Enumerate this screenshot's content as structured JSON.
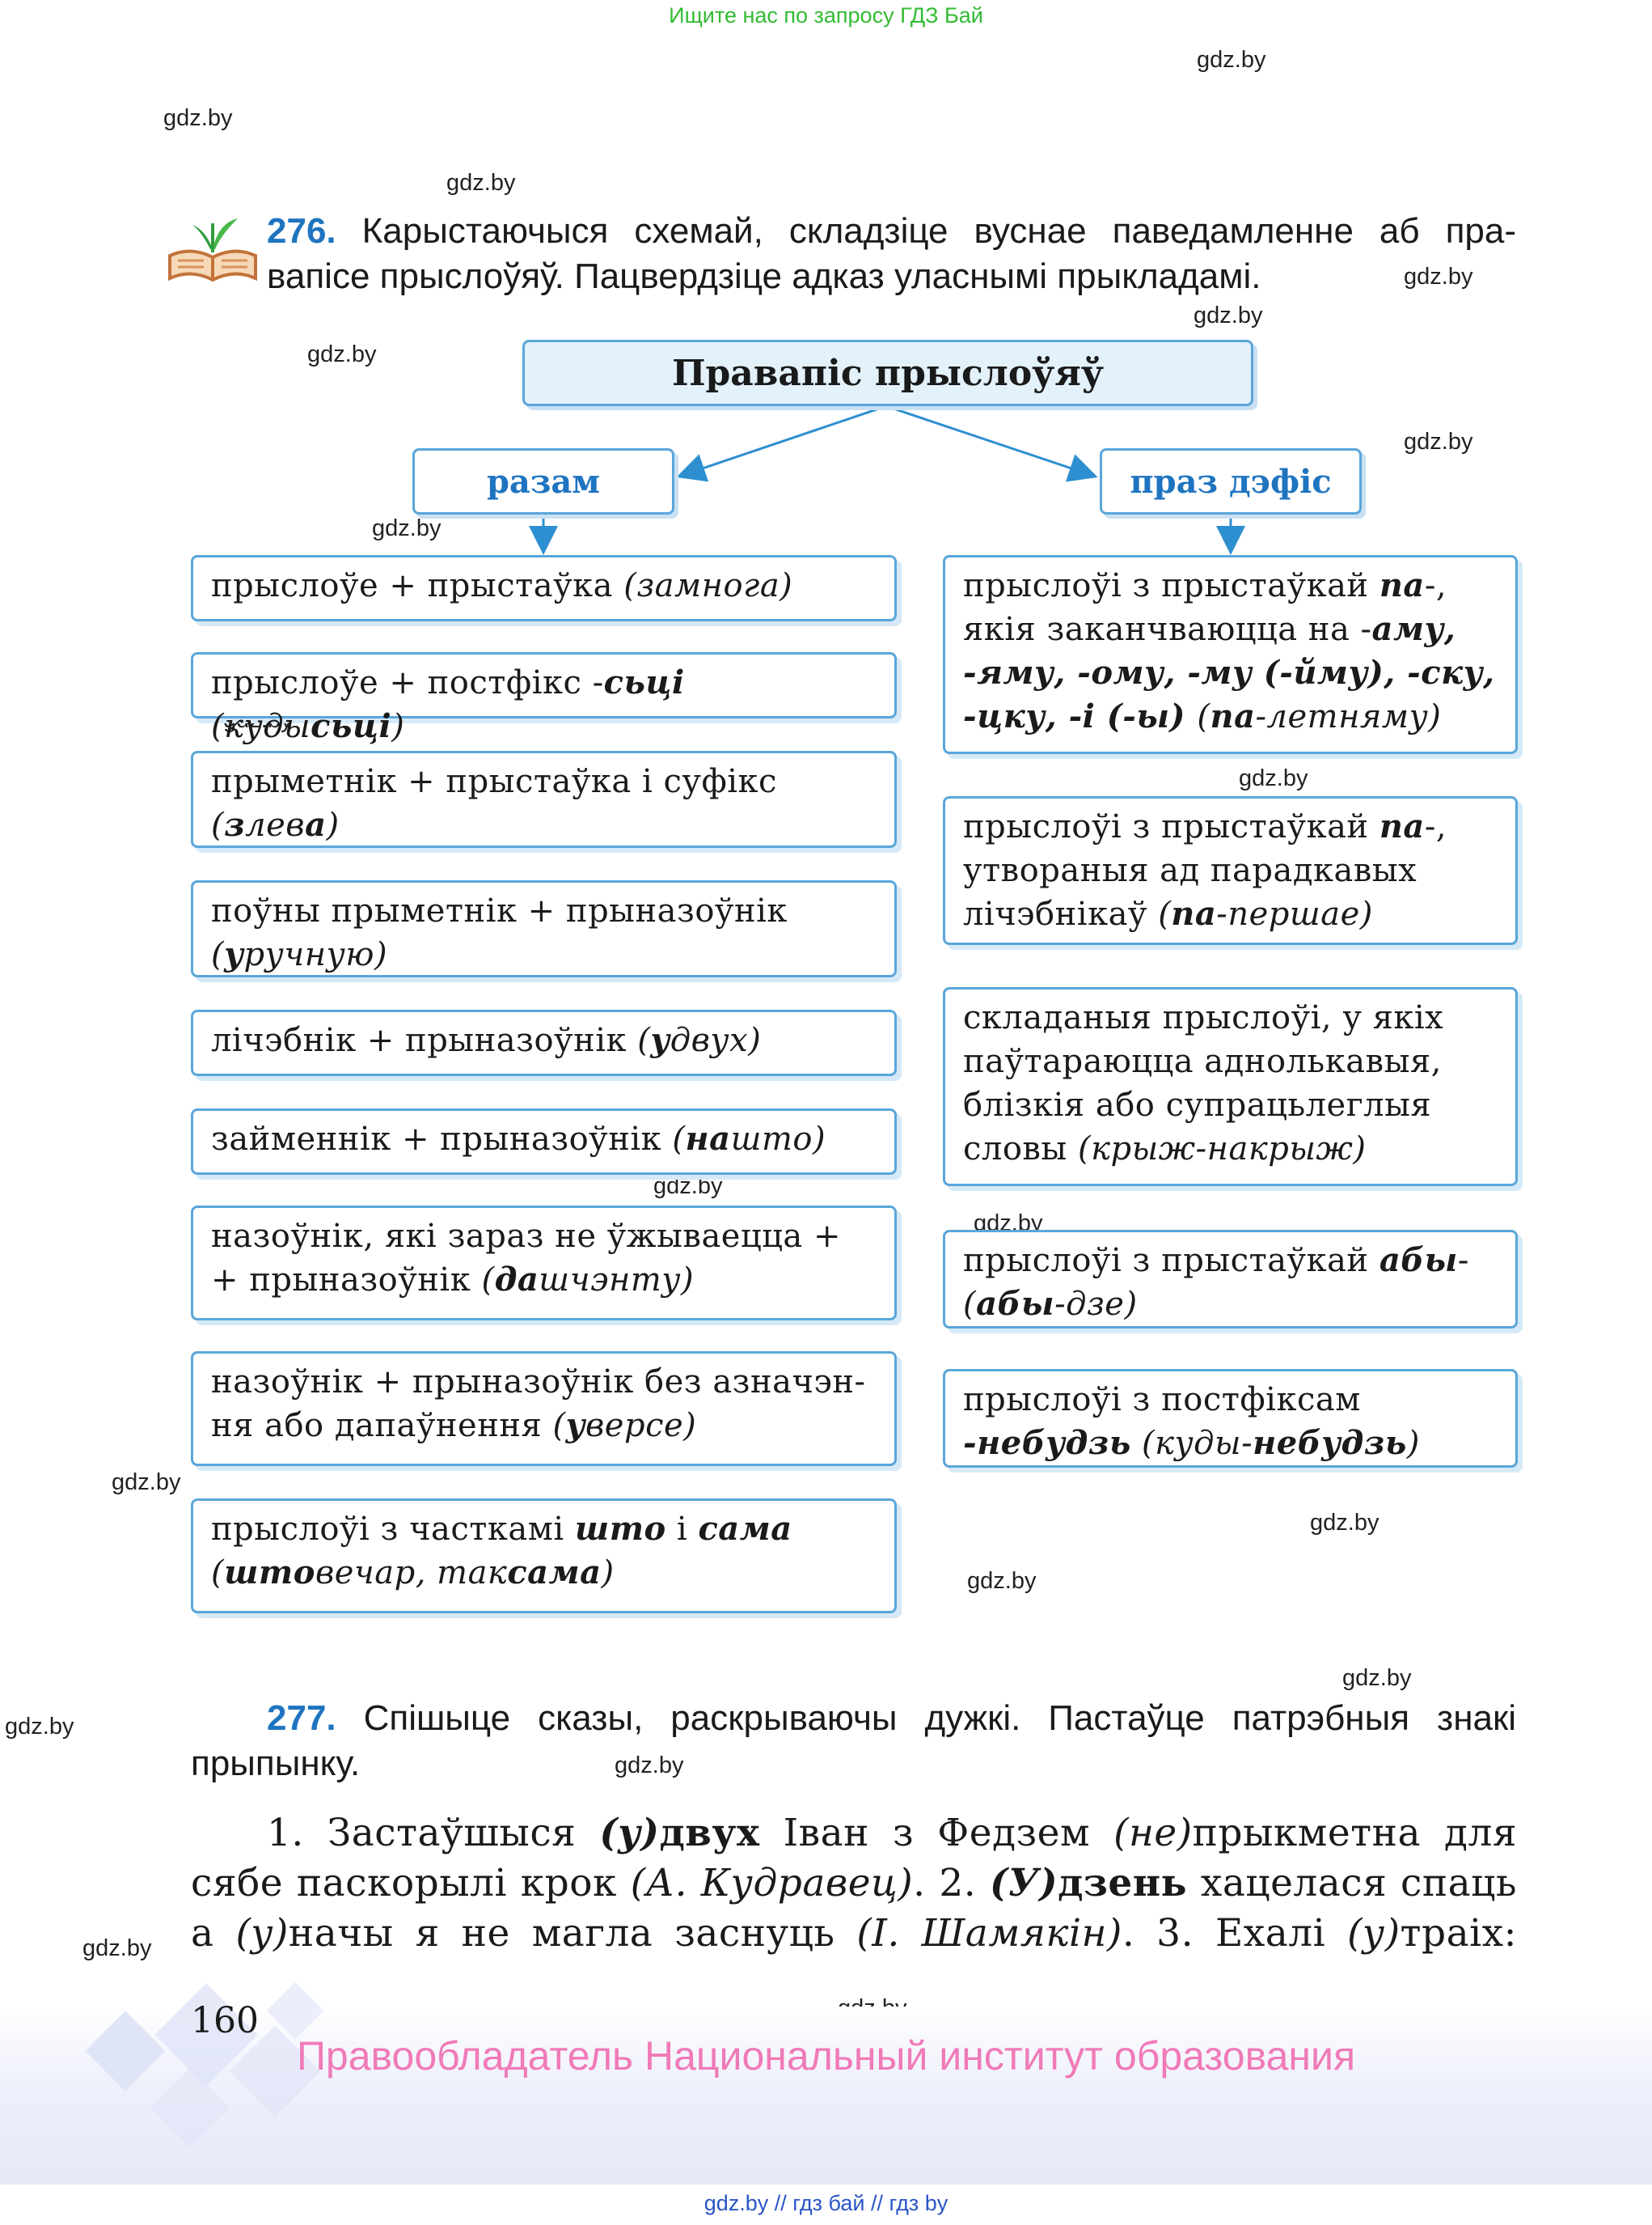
{
  "banner": "Ищите нас по запросу ГДЗ Бай",
  "watermark": "gdz.by",
  "task276": {
    "number": "276.",
    "line1": "Карыстаючыся схемай, складзіце вуснае паведамленне аб пра-",
    "line2": "вапісе прыслоўяў. Пацвердзіце адказ уласнымі прыкладамі."
  },
  "diagram": {
    "title": "Правапіс прыслоўяў",
    "left_head": "разам",
    "right_head": "праз дэфіс",
    "left": {
      "b1": {
        "t": "прыслоўе + прыстаўка ",
        "e": "(замнога)"
      },
      "b2": {
        "t": "прыслоўе + постфікс -",
        "s": "сьці",
        "e1": " (куды",
        "e2": "сьці",
        "e3": ")"
      },
      "b3": {
        "t": "прыметнік + прыстаўка і суфікс",
        "e1": "(",
        "e2": "з",
        "e3": "лев",
        "e4": "а",
        "e5": ")"
      },
      "b4": {
        "t": "поўны прыметнік + прыназоўнік",
        "e1": "(",
        "e2": "у",
        "e3": "ручную)"
      },
      "b5": {
        "t": "лічэбнік + прыназоўнік ",
        "e1": "(",
        "e2": "у",
        "e3": "двух)"
      },
      "b6": {
        "t": "займеннік + прыназоўнік ",
        "e1": "(",
        "e2": "на",
        "e3": "што)"
      },
      "b7": {
        "t1": "назоўнік, які зараз не ўжываецца +",
        "t2": "+ прыназоўнік ",
        "e1": "(",
        "e2": "да",
        "e3": "шчэнту)"
      },
      "b8": {
        "t1": "назоўнік + прыназоўнік без азначэн-",
        "t2": "ня або дапаўнення ",
        "e1": "(",
        "e2": "у",
        "e3": "версе)"
      },
      "b9": {
        "t1": "прыслоўі з часткамі ",
        "s1": "што",
        "t2": " і ",
        "s2": "сама",
        "e1": "(",
        "e2": "што",
        "e3": "вечар, так",
        "e4": "сама",
        "e5": ")"
      }
    },
    "right": {
      "b1": {
        "t1": "прыслоўі з прыстаўкай ",
        "s1": "па",
        "t2": "-,",
        "t3": "якія заканчваюцца на -",
        "s2": "аму,",
        "l3": "-яму, -ому, -му (-йму), -ску,",
        "l4a": "-цку, -і (-ы) ",
        "e1": "(",
        "e2": "па",
        "e3": "-летняму)"
      },
      "b2": {
        "t1": "прыслоўі з прыстаўкай ",
        "s1": "па",
        "t2": "-,",
        "t3": "утвораныя ад парадкавых",
        "t4": "лічэбнікаў ",
        "e1": "(",
        "e2": "па",
        "e3": "-першае)"
      },
      "b3": {
        "t1": "складаныя прыслоўі, у якіх",
        "t2": "паўтараюцца аднолькавыя,",
        "t3": "блізкія або супрацьлеглыя",
        "t4": "словы ",
        "e": "(крыж-накрыж)"
      },
      "b4": {
        "t1": "прыслоўі з прыстаўкай ",
        "s1": "абы",
        "t2": "-",
        "e1": "(",
        "e2": "абы",
        "e3": "-дзе)"
      },
      "b5": {
        "t1": "прыслоўі з постфіксам",
        "s1": "-небудзь",
        "e1": " (куды-",
        "e2": "небудзь",
        "e3": ")"
      }
    }
  },
  "task277": {
    "number": "277.",
    "line1": "Спішыце сказы, раскрываючы дужкі. Пастаўце патрэбныя знакі",
    "line2": "прыпынку."
  },
  "exercise": {
    "l1a": "1. Застаўшыся ",
    "l1b": "(у)",
    "l1c": "двух",
    "l1d": " Іван з Федзем ",
    "l1e": "(не)",
    "l1f": "прыкметна для",
    "l2a": "сябе паскорылі крок ",
    "l2b": "(А. Кудравец)",
    "l2c": ". 2. ",
    "l2d": "(У)",
    "l2e": "дзень",
    "l2f": " хацелася спаць",
    "l3a": "а ",
    "l3b": "(у)",
    "l3c": "начы я не магла заснуць ",
    "l3d": "(І. Шамякін)",
    "l3e": ". 3. Ехалі ",
    "l3f": "(у)",
    "l3g": "траіх:"
  },
  "page_number": "160",
  "copyright": "Правообладатель Национальный институт образования",
  "bottom_line": "gdz.by  //  гдз бай  //  гдз by",
  "colors": {
    "accent": "#1f74c0",
    "box_border": "#5aa6da",
    "banner": "#33bb33",
    "copyright": "#f07ab8"
  }
}
